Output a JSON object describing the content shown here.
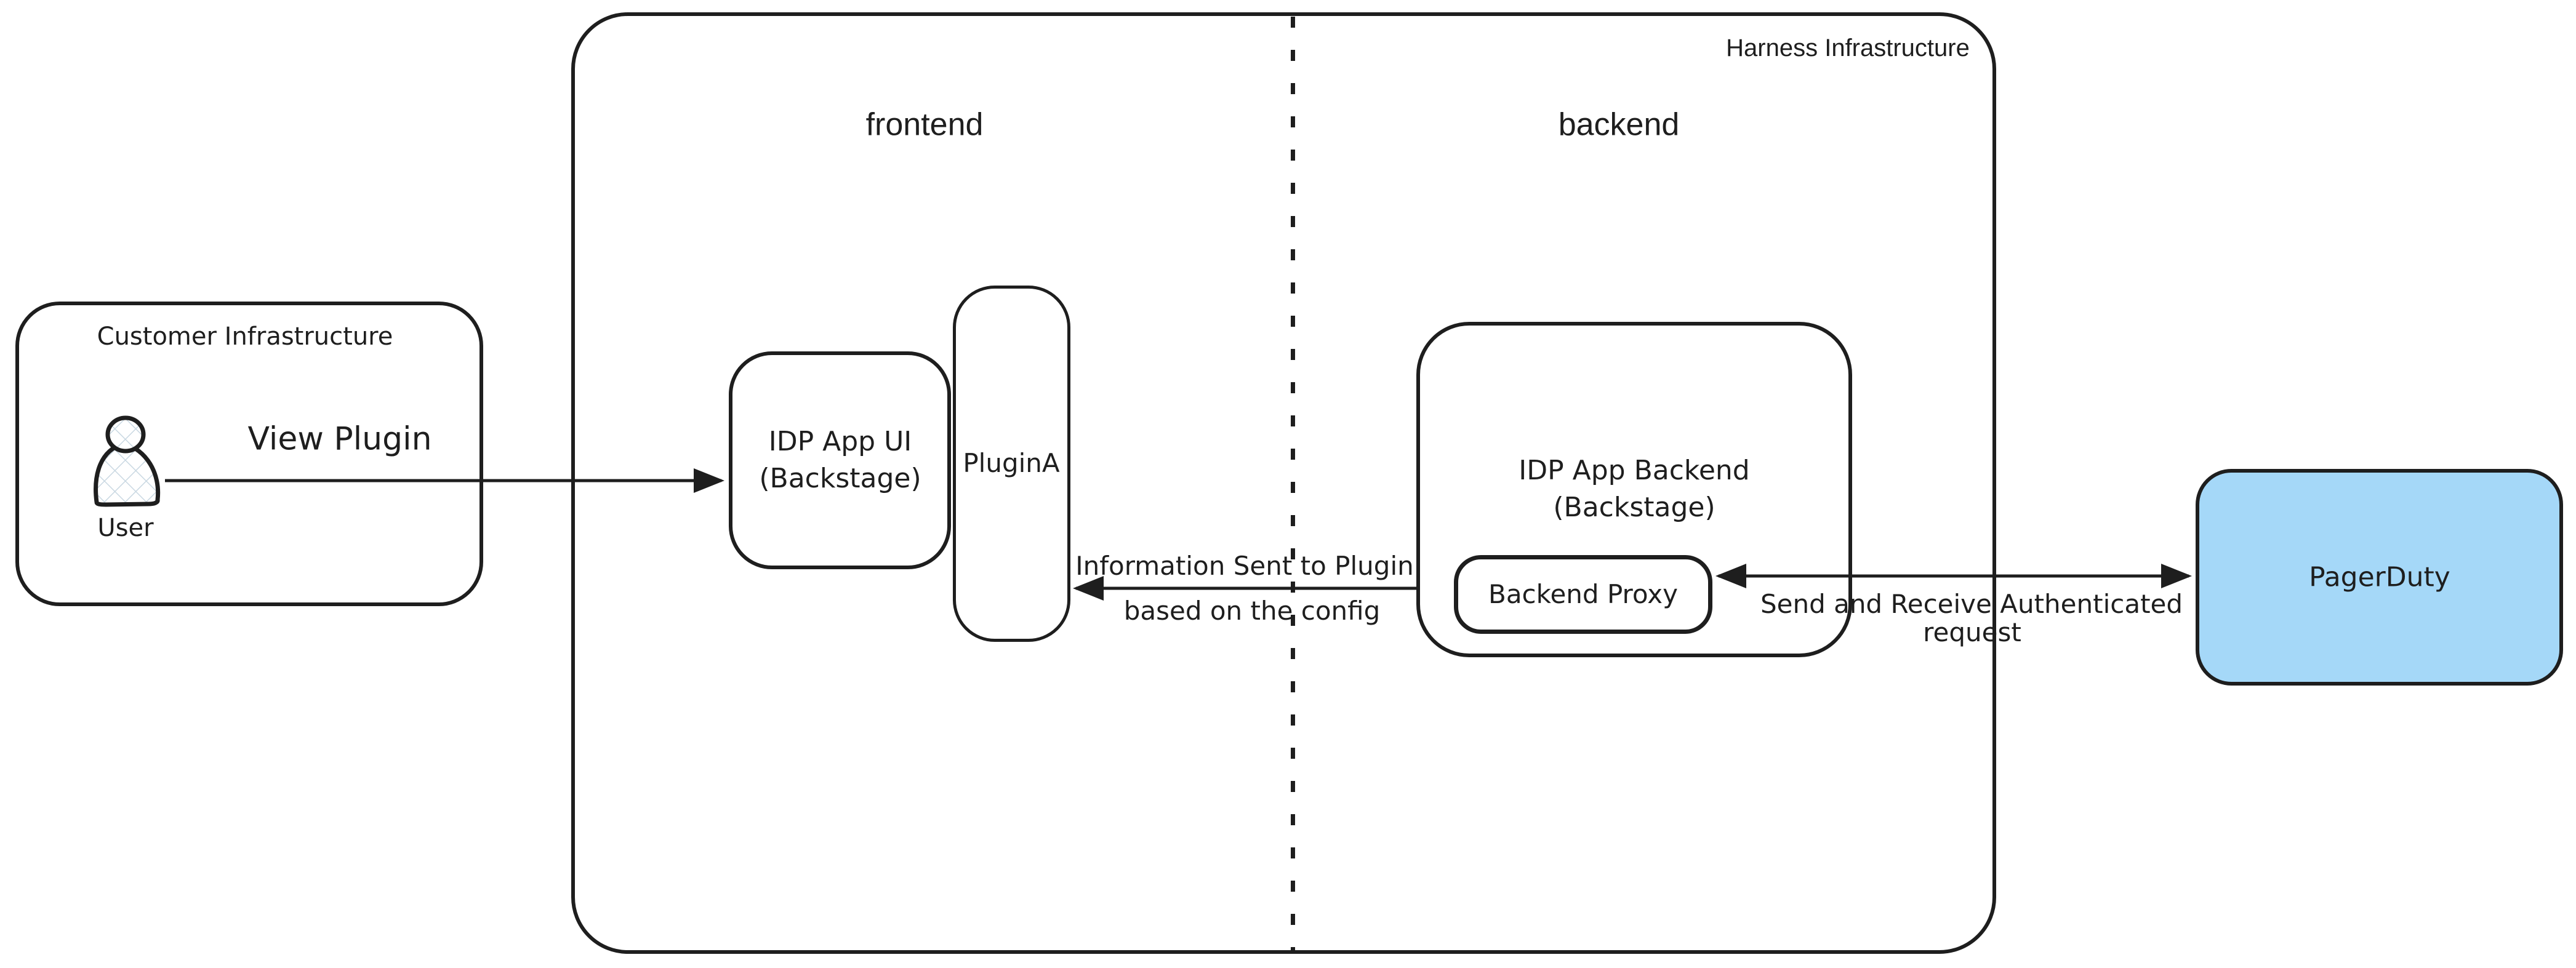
{
  "customer": {
    "title": "Customer Infrastructure",
    "user_label": "User"
  },
  "harness": {
    "title": "Harness Infrastructure",
    "frontend_label": "frontend",
    "backend_label": "backend"
  },
  "nodes": {
    "idp_ui": {
      "line1": "IDP App UI",
      "line2": "(Backstage)"
    },
    "plugin_a": {
      "label": "PluginA"
    },
    "idp_backend": {
      "line1": "IDP App Backend",
      "line2": "(Backstage)"
    },
    "backend_proxy": {
      "label": "Backend Proxy"
    },
    "pagerduty": {
      "label": "PagerDuty"
    }
  },
  "arrows": {
    "view_plugin": {
      "label": "View Plugin"
    },
    "info": {
      "line1": "Information Sent to Plugin",
      "line2": "based on the config"
    },
    "auth": {
      "line1": "Send and Receive Authenticated",
      "line2": "request"
    }
  },
  "colors": {
    "stroke": "#1e1e1e",
    "pagerduty_fill": "#a5d8f8",
    "hatch": "#c9d8e2"
  }
}
